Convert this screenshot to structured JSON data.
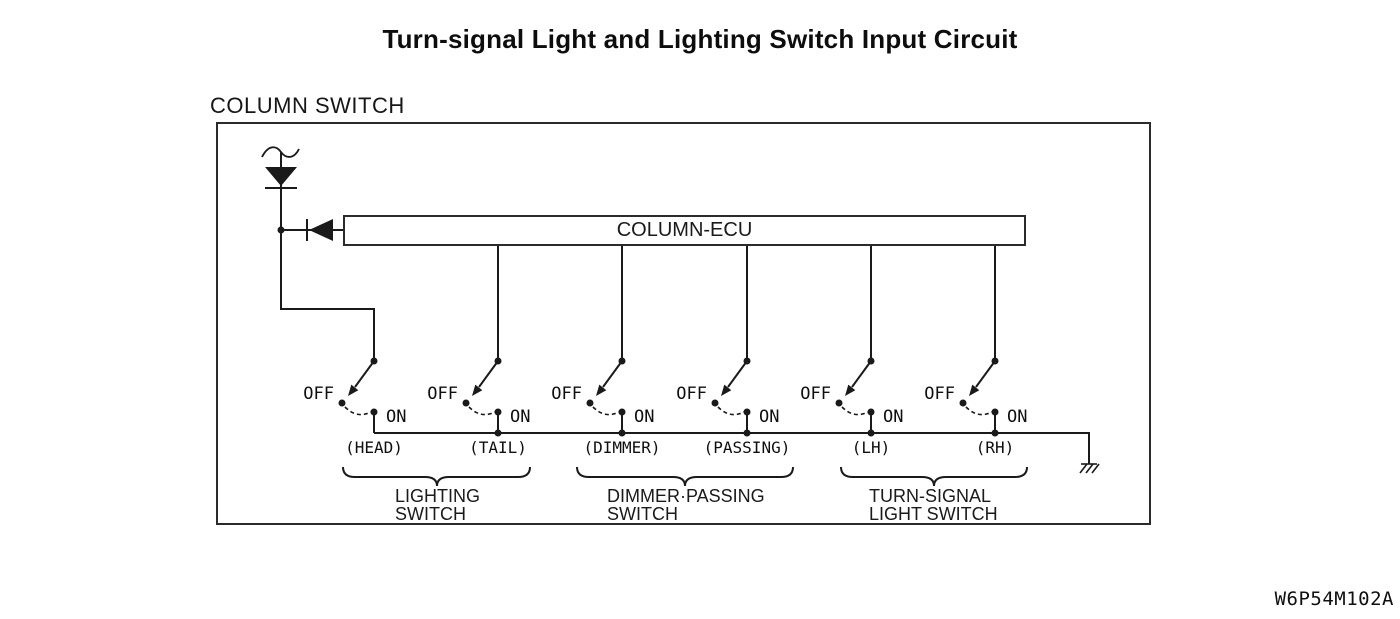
{
  "title": "Turn-signal Light and Lighting Switch Input Circuit",
  "column_switch": {
    "label": "COLUMN SWITCH",
    "ecu_label": "COLUMN-ECU",
    "icons": {
      "wire_break": "wire-break-squiggle",
      "top_diode": "diode-pointing-down",
      "input_diode": "diode-pointing-left",
      "ground": "chassis-ground"
    },
    "switches": [
      {
        "name": "(HEAD)",
        "off": "OFF",
        "on": "ON"
      },
      {
        "name": "(TAIL)",
        "off": "OFF",
        "on": "ON"
      },
      {
        "name": "(DIMMER)",
        "off": "OFF",
        "on": "ON"
      },
      {
        "name": "(PASSING)",
        "off": "OFF",
        "on": "ON"
      },
      {
        "name": "(LH)",
        "off": "OFF",
        "on": "ON"
      },
      {
        "name": "(RH)",
        "off": "OFF",
        "on": "ON"
      }
    ],
    "groups": [
      {
        "line1": "LIGHTING",
        "line2": "SWITCH"
      },
      {
        "line1": "DIMMER·PASSING",
        "line2": "SWITCH"
      },
      {
        "line1": "TURN-SIGNAL",
        "line2": "LIGHT SWITCH"
      }
    ]
  },
  "part_code": "W6P54M102A",
  "colors": {
    "line": "#1a1a1a",
    "text": "#111111",
    "background": "#ffffff"
  }
}
